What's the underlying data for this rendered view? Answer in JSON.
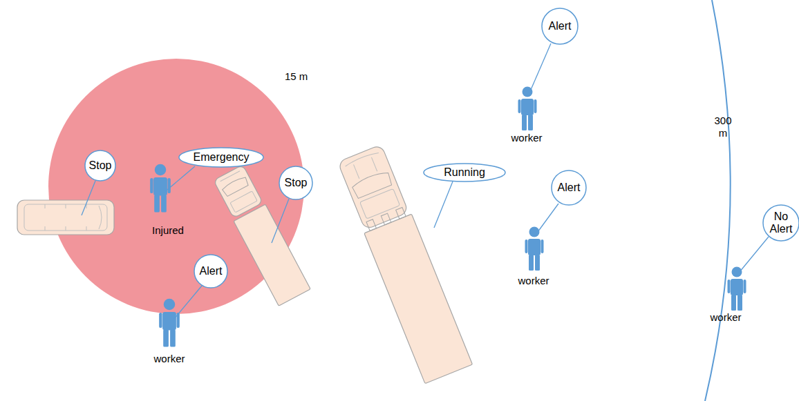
{
  "diagram": {
    "nodes": [
      {
        "text": [
          "15 m"
        ]
      },
      {
        "text": [
          "Stop"
        ],
        "in": 0
      },
      {
        "text": [
          "Emergency"
        ],
        "in": 0
      },
      {
        "text": [
          "Stop"
        ],
        "in": 0
      },
      {
        "text": [
          "Alert"
        ],
        "in": 0
      },
      {
        "text": [
          "Running"
        ]
      },
      {
        "text": [
          "Alert"
        ]
      },
      {
        "text": [
          "Alert"
        ]
      },
      {
        "text": [
          "No Alert"
        ]
      }
    ],
    "labels": [
      "Injured",
      "worker",
      "worker",
      "worker",
      "worker",
      "300 m"
    ]
  }
}
